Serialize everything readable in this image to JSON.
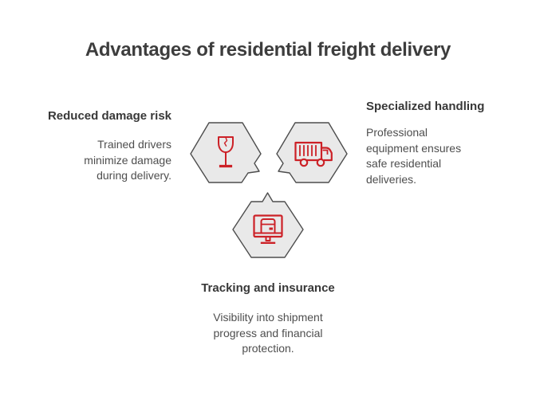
{
  "title": "Advantages of residential freight delivery",
  "items": [
    {
      "id": "reduced-damage-risk",
      "heading": "Reduced damage risk",
      "body": "Trained drivers minimize damage during delivery.",
      "icon": "broken-glass-icon"
    },
    {
      "id": "specialized-handling",
      "heading": "Specialized handling",
      "body": "Professional equipment ensures safe residential deliveries.",
      "icon": "truck-icon"
    },
    {
      "id": "tracking-and-insurance",
      "heading": "Tracking and insurance",
      "body": "Visibility into shipment progress and financial protection.",
      "icon": "monitor-package-icon"
    }
  ],
  "colors": {
    "accent": "#cc2127",
    "hex_fill": "#e9e9e9",
    "hex_border": "#4d4d4d",
    "title_color": "#3d3d3d",
    "heading_color": "#383838",
    "body_color": "#4e4e4e",
    "background": "#ffffff"
  }
}
